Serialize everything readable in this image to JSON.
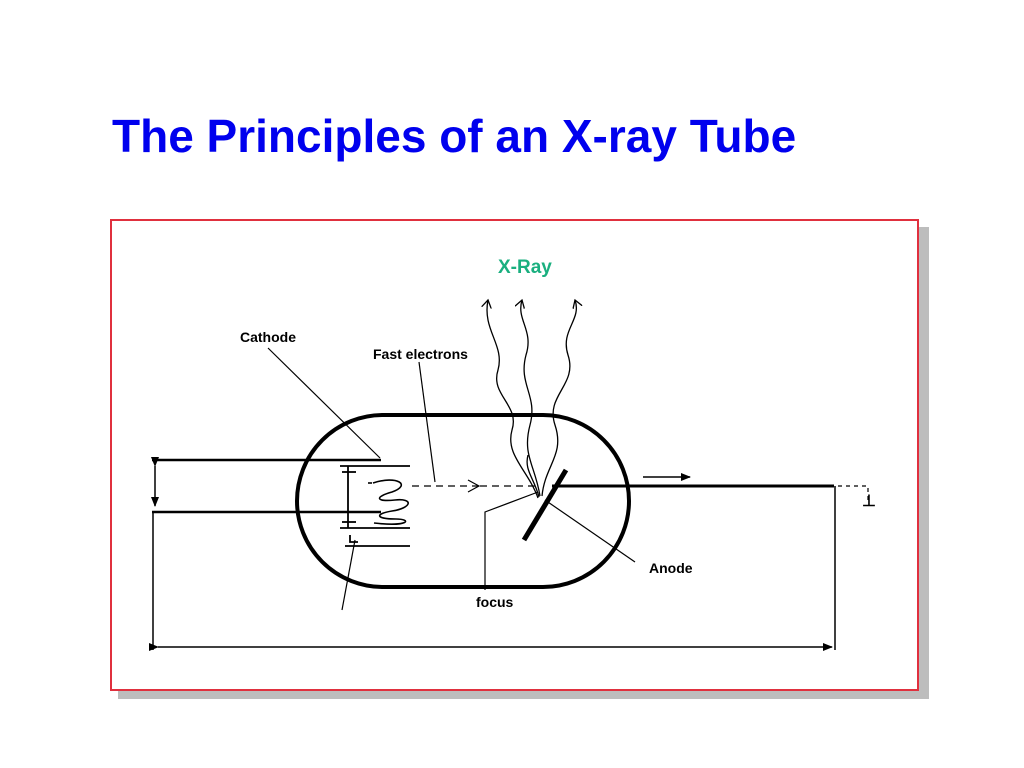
{
  "slide": {
    "title": "The Principles of an X-ray Tube",
    "title_color": "#0000ee",
    "frame_color": "#e0303e"
  },
  "diagram": {
    "labels": {
      "xray": "X-Ray",
      "cathode": "Cathode",
      "fast_electrons": "Fast electrons",
      "anode": "Anode",
      "focus": "focus",
      "ground_symbol": "⊥"
    },
    "xray_color": "#1aaf7f"
  }
}
